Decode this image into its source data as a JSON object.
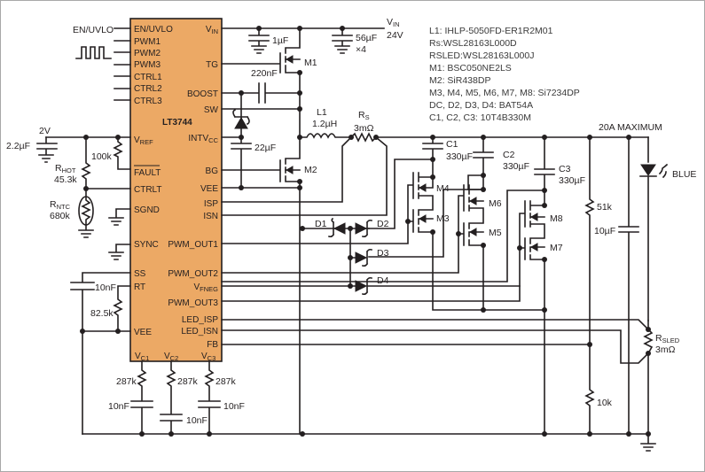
{
  "colors": {
    "ic_fill": "#eca965",
    "wire": "#231f20",
    "frame": "#a8a8a8"
  },
  "ic": {
    "name": "LT3744",
    "left_pins": [
      "EN/UVLO",
      "PWM1",
      "PWM2",
      "PWM3",
      "CTRL1",
      "CTRL2",
      "CTRL3",
      "VREF",
      "FAULT",
      "CTRLT",
      "SGND",
      "SYNC",
      "SS",
      "RT",
      "VEE"
    ],
    "vref": {
      "main": "V",
      "sub": "REF"
    },
    "right_pins": {
      "vin": {
        "main": "V",
        "sub": "IN"
      },
      "tg": "TG",
      "boost": "BOOST",
      "sw": "SW",
      "intvcc": {
        "main": "INTV",
        "sub": "CC"
      },
      "bg": "BG",
      "vee": "VEE",
      "isp": "ISP",
      "isn": "ISN",
      "pwm_out1": "PWM_OUT1",
      "pwm_out2": "PWM_OUT2",
      "vfneg": {
        "main": "V",
        "sub": "FNEG"
      },
      "pwm_out3": "PWM_OUT3",
      "led_isp": "LED_ISP",
      "led_isn": "LED_ISN",
      "fb": "FB"
    },
    "bottom_pins": [
      {
        "main": "V",
        "sub": "C1"
      },
      {
        "main": "V",
        "sub": "C2"
      },
      {
        "main": "V",
        "sub": "C3"
      }
    ]
  },
  "inputs": {
    "en_uvlo": "EN/UVLO"
  },
  "labels": {
    "vin": {
      "main": "V",
      "sub": "IN",
      "value": "24V"
    },
    "c_vin_1u": "1µF",
    "c_vin_56u": "56µF",
    "c_vin_56u_mult": "×4",
    "m1": "M1",
    "m2": "M2",
    "m3": "M3",
    "m4": "M4",
    "m5": "M5",
    "m6": "M6",
    "m7": "M7",
    "m8": "M8",
    "c_boost": "220nF",
    "c_intvcc": "22µF",
    "l1_name": "L1",
    "l1_value": "1.2µH",
    "rs": {
      "main": "R",
      "sub": "S",
      "value": "3mΩ"
    },
    "c1": "C1",
    "c2": "C2",
    "c3": "C3",
    "c_out_value": "330µF",
    "d1": "D1",
    "d2": "D2",
    "d3": "D3",
    "d4": "D4",
    "max_current": "20A MAXIMUM",
    "led": "BLUE",
    "r51k": "51k",
    "r10k": "10k",
    "c10u": "10µF",
    "rsled": {
      "main": "R",
      "sub": "SLED",
      "value": "3mΩ"
    },
    "v2": "2V",
    "c_vref": "2.2µF",
    "r_fault": "100k",
    "rhot": {
      "main": "R",
      "sub": "HOT",
      "value": "45.3k"
    },
    "rntc": {
      "main": "R",
      "sub": "NTC",
      "value": "680k"
    },
    "c_ss": "10nF",
    "r_rt": "82.5k",
    "rc": "287k",
    "cc": "10nF"
  },
  "bom": [
    "L1: IHLP-5050FD-ER1R2M01",
    "Rs:WSL28163L000D",
    "RSLED:WSL28163L000J",
    "M1: BSC050NE2LS",
    "M2: SiR438DP",
    "M3, M4, M5, M6, M7, M8: Si7234DP",
    "DC, D2, D3, D4: BAT54A",
    "C1, C2, C3: 10T4B330M"
  ]
}
